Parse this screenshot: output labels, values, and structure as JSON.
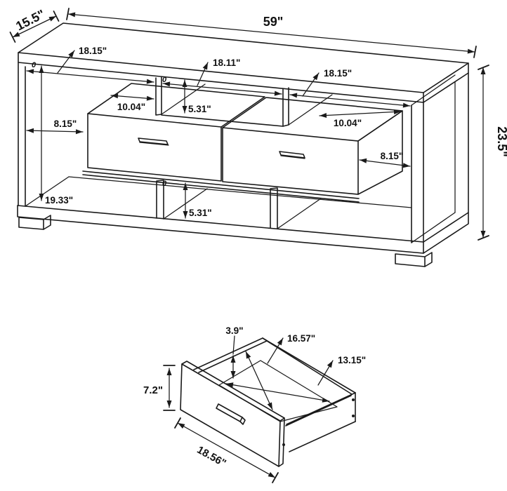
{
  "page": {
    "background": "#ffffff",
    "line_color": "#1a1a1a"
  },
  "tv_stand": {
    "name": "tv-console-dimension-drawing",
    "labels": {
      "depth": "15.5\"",
      "width": "59\"",
      "height": "23.5\"",
      "top_left_opening_width": "18.15\"",
      "top_middle_opening_width": "18.11\"",
      "top_right_opening_width": "18.15\"",
      "left_drawer_top_depth": "10.04\"",
      "right_drawer_top_depth": "10.04\"",
      "middle_opening_height": "5.31\"",
      "bottom_middle_opening_height": "5.31\"",
      "left_gap_width": "8.15\"",
      "right_gap_depth": "8.15\"",
      "interior_height": "19.33\"",
      "zero_offset": "0"
    }
  },
  "drawer": {
    "name": "drawer-box-dimension-drawing",
    "labels": {
      "rail_inset": "3.9\"",
      "interior_depth": "16.57\"",
      "interior_width": "13.15\"",
      "front_height": "7.2\"",
      "front_width": "18.56\""
    }
  }
}
